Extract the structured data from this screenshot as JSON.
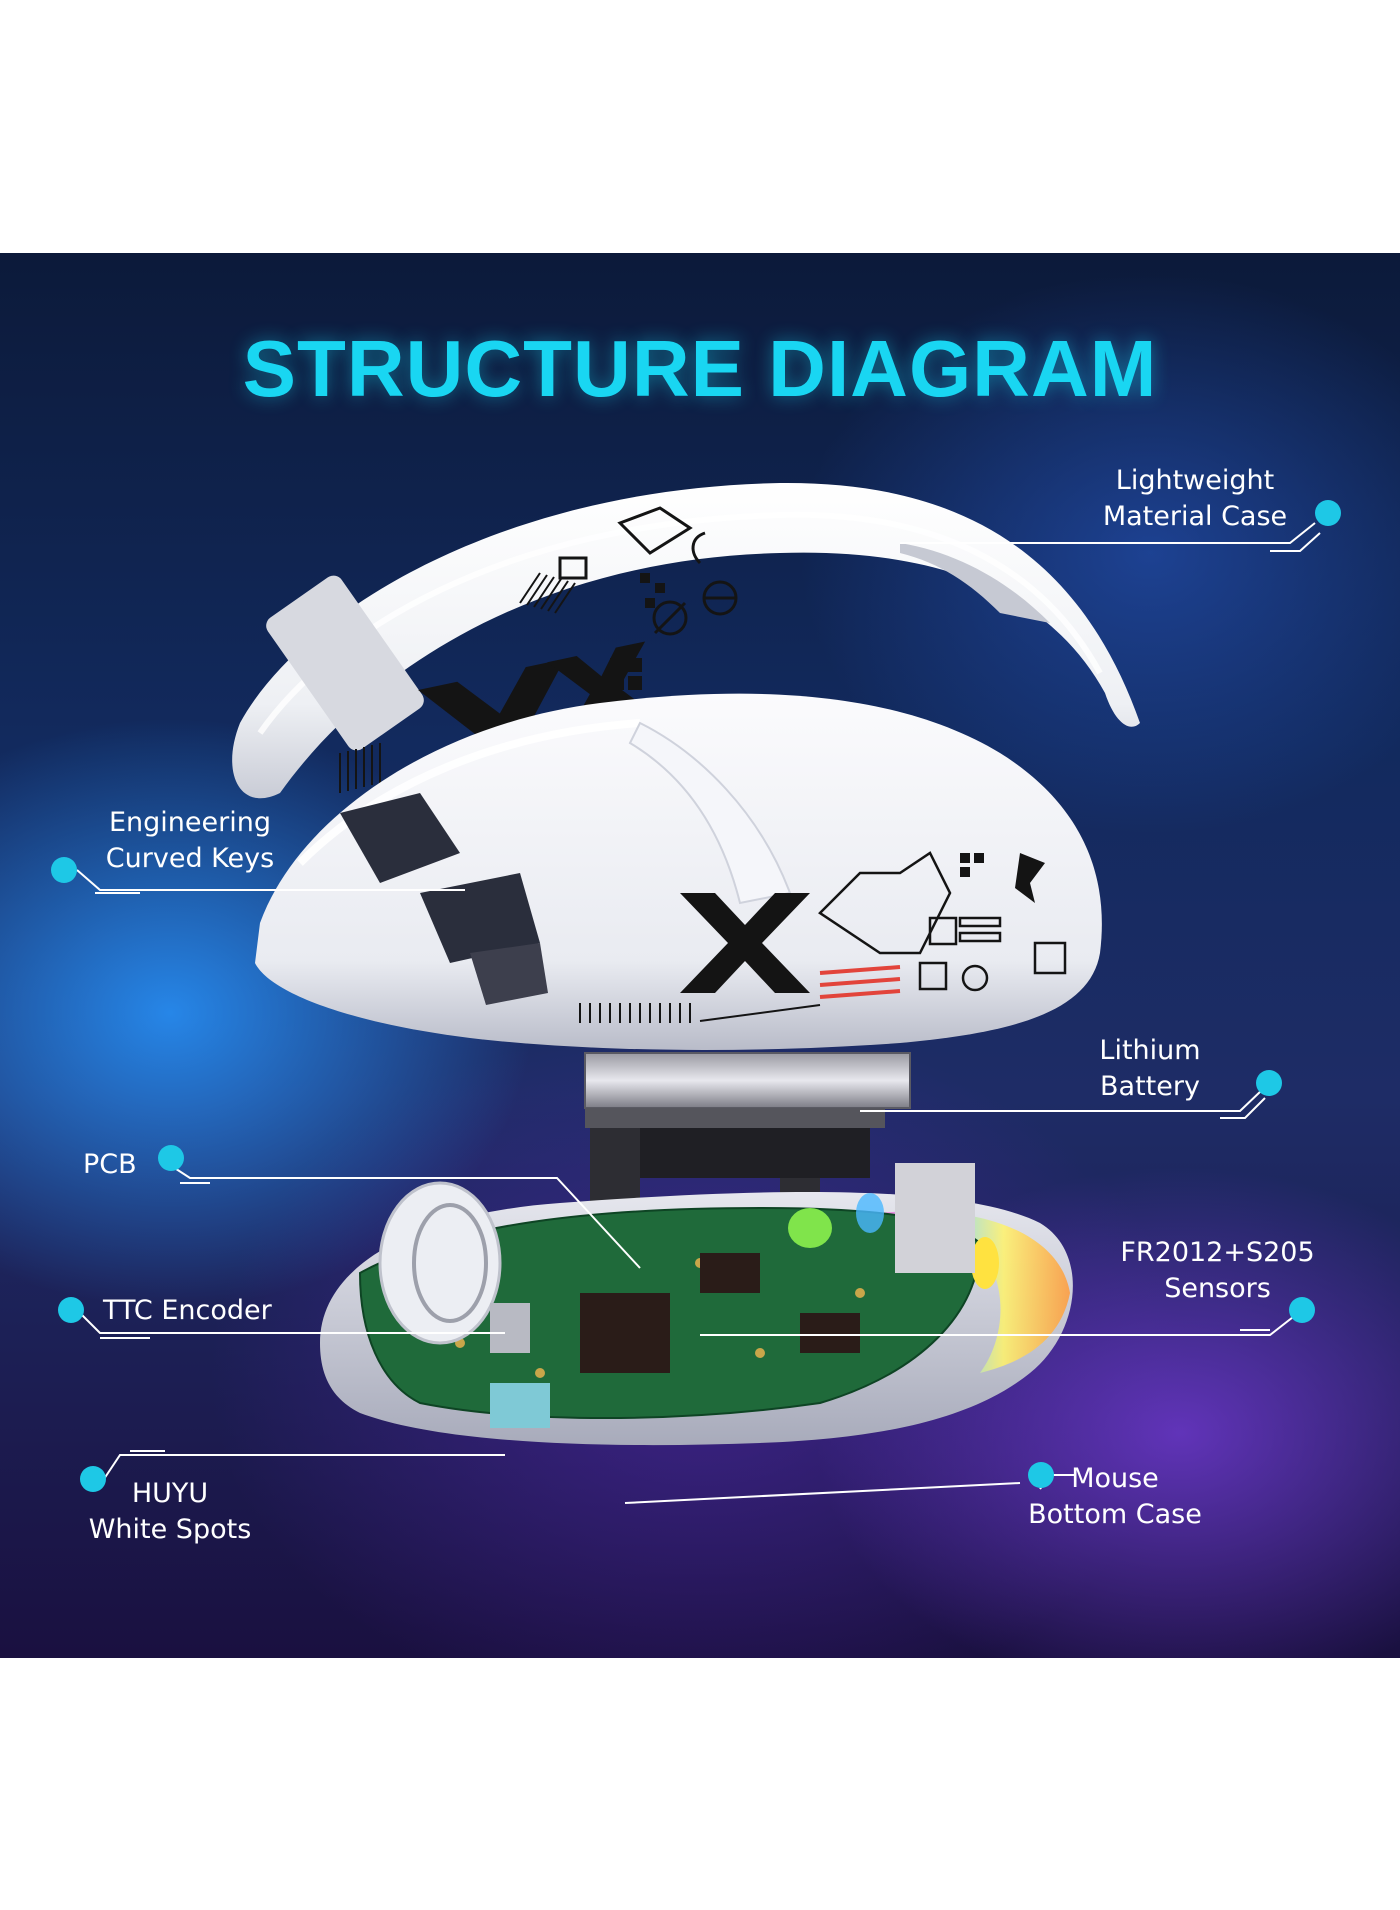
{
  "title": "STRUCTURE DIAGRAM",
  "colors": {
    "accent": "#19d6f2",
    "label_text": "#ffffff",
    "leader_line": "#ffffff",
    "dot": "#1ec8e6"
  },
  "labels": {
    "lightweight_case": {
      "line1": "Lightweight",
      "line2": "Material Case"
    },
    "curved_keys": {
      "line1": "Engineering",
      "line2": "Curved Keys"
    },
    "battery": {
      "line1": "Lithium",
      "line2": "Battery"
    },
    "pcb": {
      "line1": "PCB"
    },
    "sensors": {
      "line1": "FR2012+S205",
      "line2": "Sensors"
    },
    "encoder": {
      "line1": "TTC Encoder"
    },
    "white_spots": {
      "line1": "HUYU",
      "line2": "White Spots"
    },
    "bottom_case": {
      "line1": "Mouse",
      "line2": "Bottom Case"
    }
  }
}
